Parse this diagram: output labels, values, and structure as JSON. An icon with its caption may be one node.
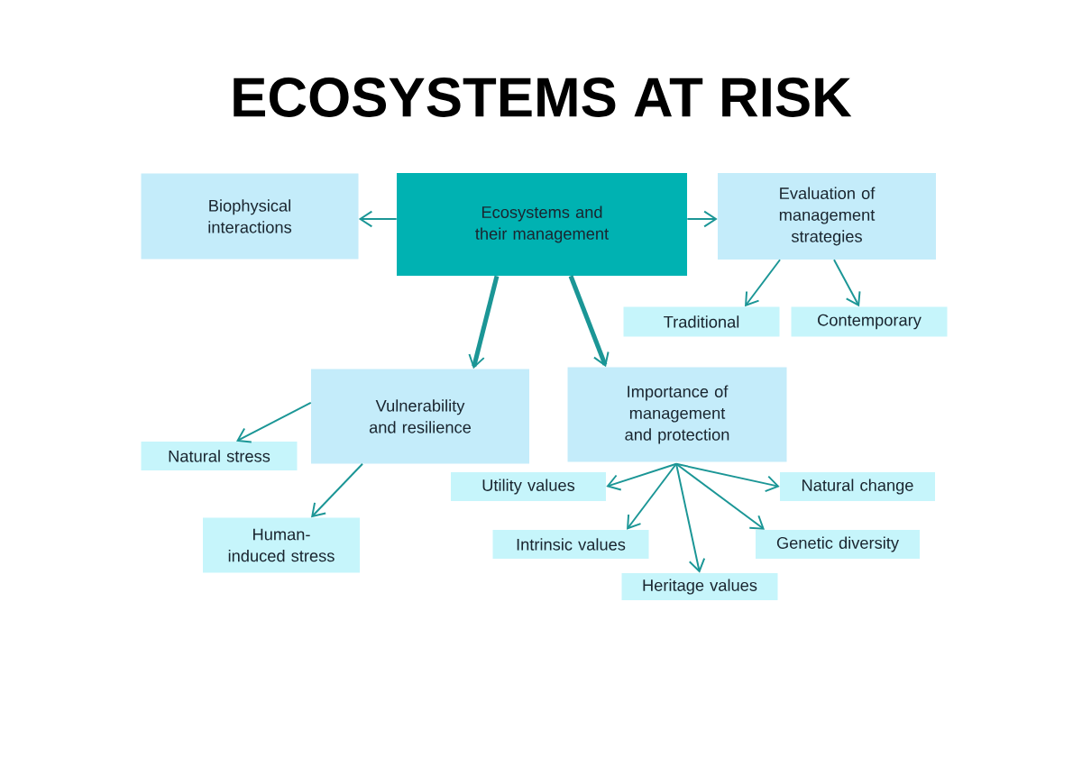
{
  "diagram": {
    "title": "ECOSYSTEMS AT RISK",
    "nodes": [
      {
        "text": [
          "Biophysical interactions"
        ]
      },
      {
        "text": [
          "Ecosystems and their management"
        ]
      },
      {
        "text": [
          "Evaluation of management strategies"
        ]
      },
      {
        "text": [
          "Traditional"
        ]
      },
      {
        "text": [
          "Contemporary"
        ]
      },
      {
        "text": [
          "Vulnerability and resilience"
        ]
      },
      {
        "text": [
          "Importance of management and protection"
        ]
      },
      {
        "text": [
          "Natural stress"
        ]
      },
      {
        "text": [
          "Human-induced stress"
        ]
      },
      {
        "text": [
          "Utility values"
        ]
      },
      {
        "text": [
          "Natural change"
        ]
      },
      {
        "text": [
          "Intrinsic values"
        ]
      },
      {
        "text": [
          "Genetic diversity"
        ]
      },
      {
        "text": [
          "Heritage values"
        ]
      }
    ],
    "edges": [
      {
        "from": 1,
        "to": 0,
        "arrow": "to"
      },
      {
        "from": 1,
        "to": 2,
        "arrow": "to"
      },
      {
        "from": 2,
        "to": 3,
        "arrow": "to"
      },
      {
        "from": 2,
        "to": 4,
        "arrow": "to"
      },
      {
        "from": 1,
        "to": 5,
        "arrow": "to",
        "style": "thick"
      },
      {
        "from": 1,
        "to": 6,
        "arrow": "to",
        "style": "thick"
      },
      {
        "from": 5,
        "to": 7,
        "arrow": "to"
      },
      {
        "from": 5,
        "to": 8,
        "arrow": "to"
      },
      {
        "from": 6,
        "to": 9,
        "arrow": "to"
      },
      {
        "from": 6,
        "to": 10,
        "arrow": "to"
      },
      {
        "from": 6,
        "to": 11,
        "arrow": "to"
      },
      {
        "from": 6,
        "to": 12,
        "arrow": "to"
      },
      {
        "from": 6,
        "to": 13,
        "arrow": "to"
      }
    ]
  }
}
